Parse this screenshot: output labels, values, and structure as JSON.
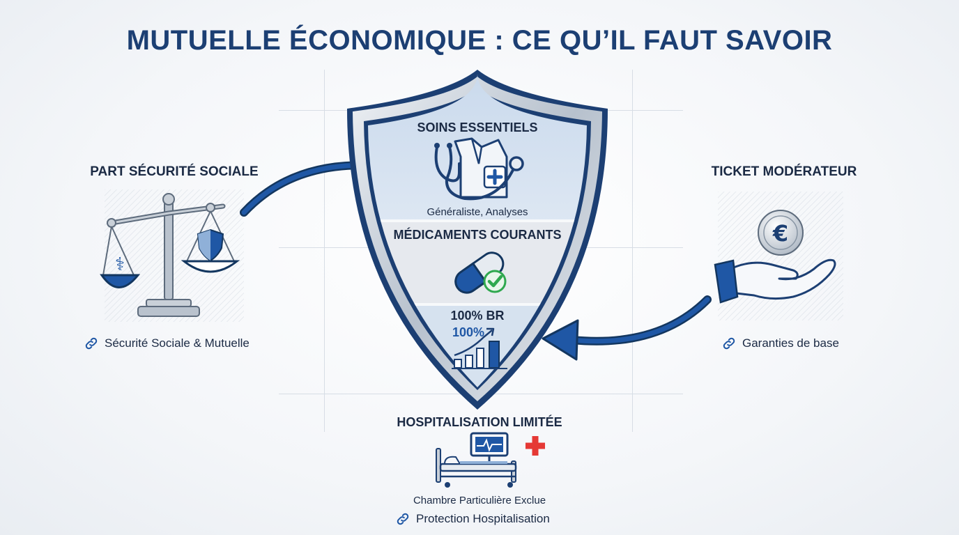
{
  "title": "MUTUELLE ÉCONOMIQUE : CE QU’IL FAUT SAVOIR",
  "left": {
    "title": "PART SÉCURITÉ SOCIALE",
    "link": "Sécurité Sociale & Mutuelle",
    "icon": "scales-of-justice-icon"
  },
  "right": {
    "title": "TICKET MODÉRATEUR",
    "link": "Garanties de base",
    "icon": "hand-euro-coin-icon"
  },
  "shield": {
    "section1_title": "SOINS ESSENTIELS",
    "section1_sub": "Généraliste, Analyses",
    "section2_title": "MÉDICAMENTS COURANTS",
    "section3_title": "100% BR",
    "section3_value": "100%"
  },
  "bottom": {
    "title": "HOSPITALISATION LIMITÉE",
    "sub": "Chambre Particulière Exclue",
    "link": "Protection Hospitalisation"
  },
  "colors": {
    "primary": "#1c3f73",
    "accent_blue": "#1f57a5",
    "green_check": "#2fa84f",
    "red_cross": "#e53935"
  }
}
